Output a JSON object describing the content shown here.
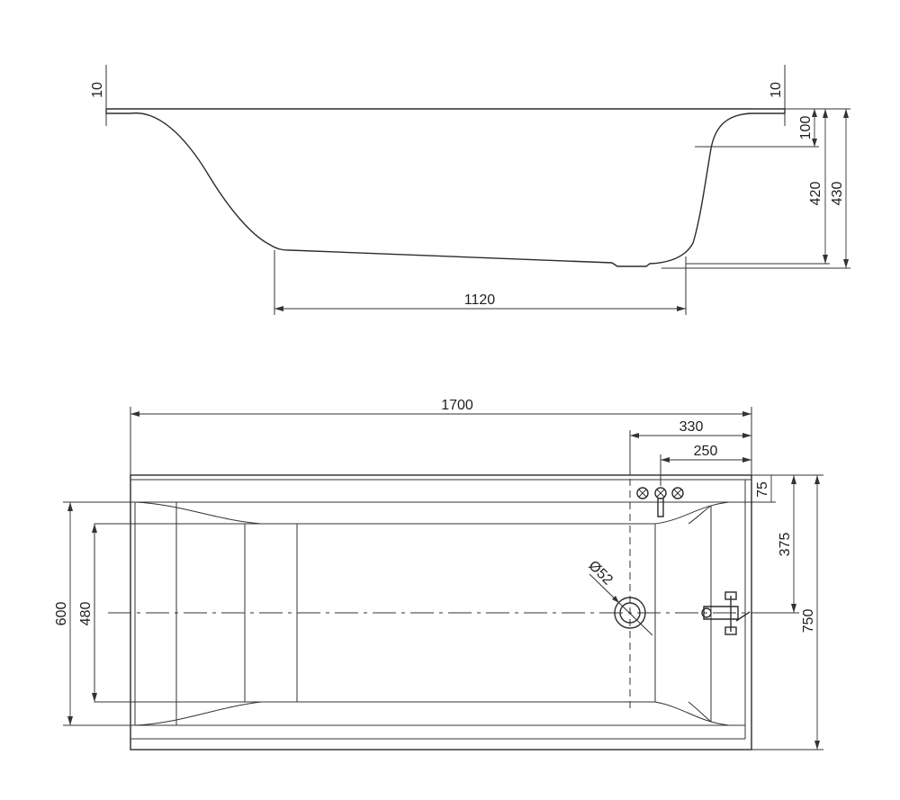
{
  "side_view": {
    "dims": {
      "rim_left": "10",
      "rim_right": "10",
      "d100": "100",
      "d420": "420",
      "d430": "430",
      "bottom_length": "1120"
    }
  },
  "top_view": {
    "dims": {
      "length": "1700",
      "d330": "330",
      "d250": "250",
      "d75": "75",
      "d375": "375",
      "width": "750",
      "inner_width": "600",
      "bottom_width": "480",
      "drain_diameter": "Ø52"
    }
  },
  "colors": {
    "line": "#2b2b2b",
    "background": "#ffffff"
  }
}
